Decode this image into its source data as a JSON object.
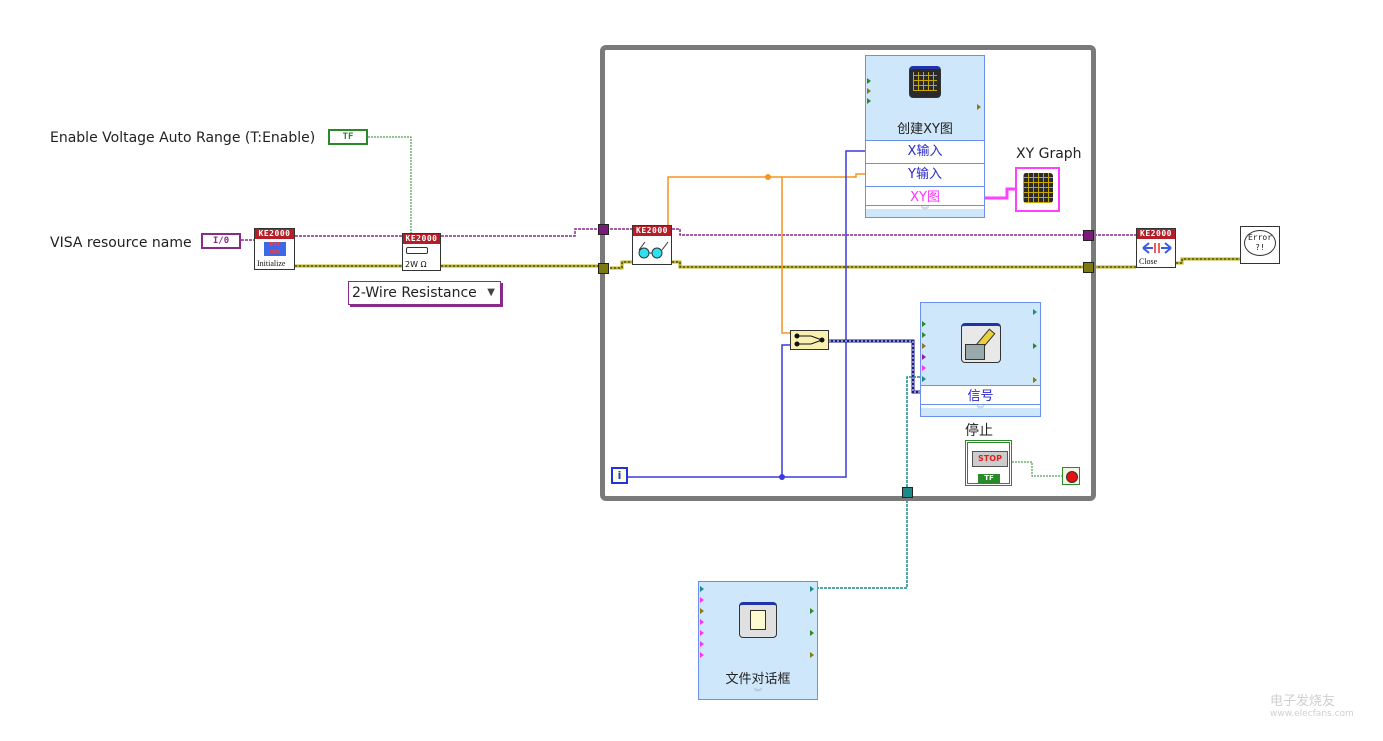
{
  "diagram": {
    "type": "LabVIEW block diagram",
    "labels": {
      "enable_voltage": "Enable Voltage Auto Range (T:Enable)",
      "visa_resource": "VISA resource name",
      "xy_graph": "XY Graph",
      "stop": "停止"
    },
    "controls": {
      "enable_bool_glyph": "TF",
      "visa_glyph": "I/0",
      "enum_value": "2-Wire Resistance",
      "stop_glyph": "STOP",
      "stop_tf": "TF",
      "loop_iteration": "i"
    },
    "subvis": {
      "initialize": {
        "header": "KE2000",
        "caption": "Initialize",
        "icon_text": "RST IDN"
      },
      "configure": {
        "header": "KE2000",
        "caption": "2W Ω"
      },
      "read": {
        "header": "KE2000"
      },
      "close": {
        "header": "KE2000",
        "caption": "Close"
      },
      "error": {
        "text": "Error ?!"
      }
    },
    "express_vis": {
      "build_xy": {
        "title": "创建XY图",
        "rows": [
          "X输入",
          "Y输入",
          "XY图"
        ]
      },
      "signal_write": {
        "row": "信号"
      },
      "file_dialog": {
        "title": "文件对话框"
      }
    },
    "colors": {
      "loop_border": "#7a7a7a",
      "visa_wire": "#8a2a8a",
      "error_wire": "#b8b020",
      "bool_wire": "#2a8a2a",
      "numeric_orange": "#f7941d",
      "int_blue": "#3a3ae0",
      "dynamic_wire": "#1a1a8a",
      "path_wire": "#1a8a8a",
      "xy_wire": "#ff40ff",
      "subvi_header": "#b41e28",
      "express_bg": "#cfe7fb"
    },
    "watermark": {
      "line1": "电子发烧友",
      "line2": "www.elecfans.com"
    }
  }
}
